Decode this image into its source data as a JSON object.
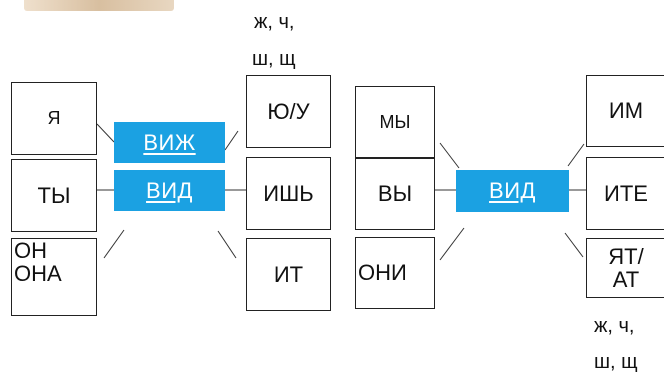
{
  "diagram": {
    "left": {
      "pronouns": [
        "Я",
        "ТЫ",
        "ОН",
        "ОНА"
      ],
      "stem_top": "ВИЖ",
      "stem_bottom": "ВИД",
      "endings": [
        "Ю/У",
        "ИШЬ",
        "ИТ"
      ],
      "note_line1": "ж, ч,",
      "note_line2": "ш, щ"
    },
    "right": {
      "pronouns": [
        "МЫ",
        "ВЫ",
        "ОНИ"
      ],
      "stem": "ВИД",
      "endings": [
        "ИМ",
        "ИТЕ",
        "ЯТ/",
        "АТ"
      ],
      "note_line1": "ж, ч,",
      "note_line2": "ш, щ"
    },
    "colors": {
      "stem_background": "#1ba1e2",
      "stem_text": "#ffffff"
    }
  }
}
